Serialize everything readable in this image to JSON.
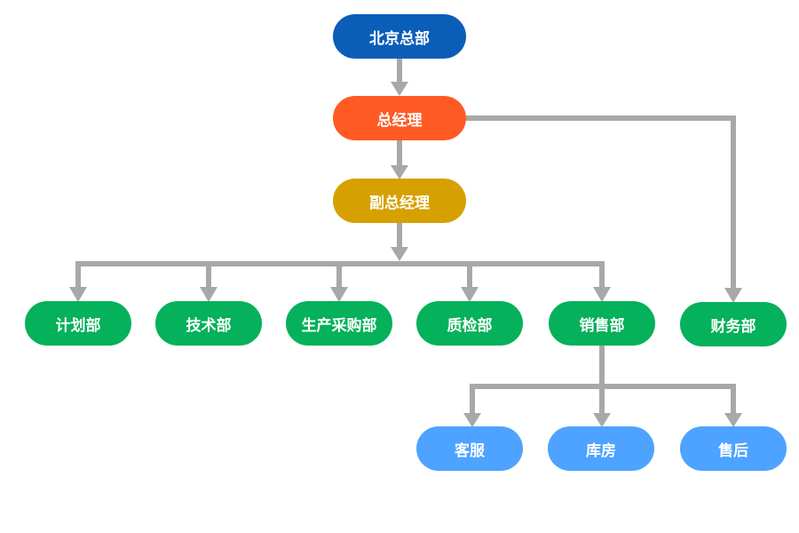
{
  "colors": {
    "hq": "#0a5eb8",
    "gm": "#ff5a24",
    "vgm": "#d6a000",
    "dept": "#05b15a",
    "sub": "#4da3ff",
    "connector": "#a8a8a8"
  },
  "nodes": {
    "hq": "北京总部",
    "gm": "总经理",
    "vgm": "副总经理",
    "planning": "计划部",
    "tech": "技术部",
    "production": "生产采购部",
    "qc": "质检部",
    "sales": "销售部",
    "finance": "财务部",
    "service": "客服",
    "warehouse": "库房",
    "aftersales": "售后"
  }
}
